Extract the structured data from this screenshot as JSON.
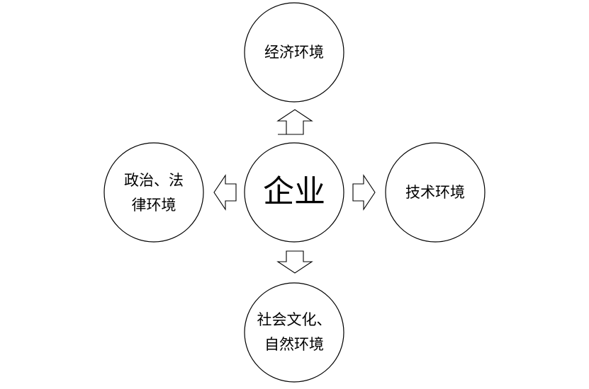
{
  "center": {
    "label": "企业"
  },
  "nodes": {
    "top": {
      "label": "经济环境"
    },
    "left": {
      "line1": "政治、法",
      "line2": "律环境"
    },
    "right": {
      "label": "技术环境"
    },
    "bottom": {
      "line1": "社会文化、",
      "line2": "自然环境"
    }
  },
  "colors": {
    "stroke": "#000000",
    "fill": "#ffffff",
    "background": "#ffffff"
  }
}
